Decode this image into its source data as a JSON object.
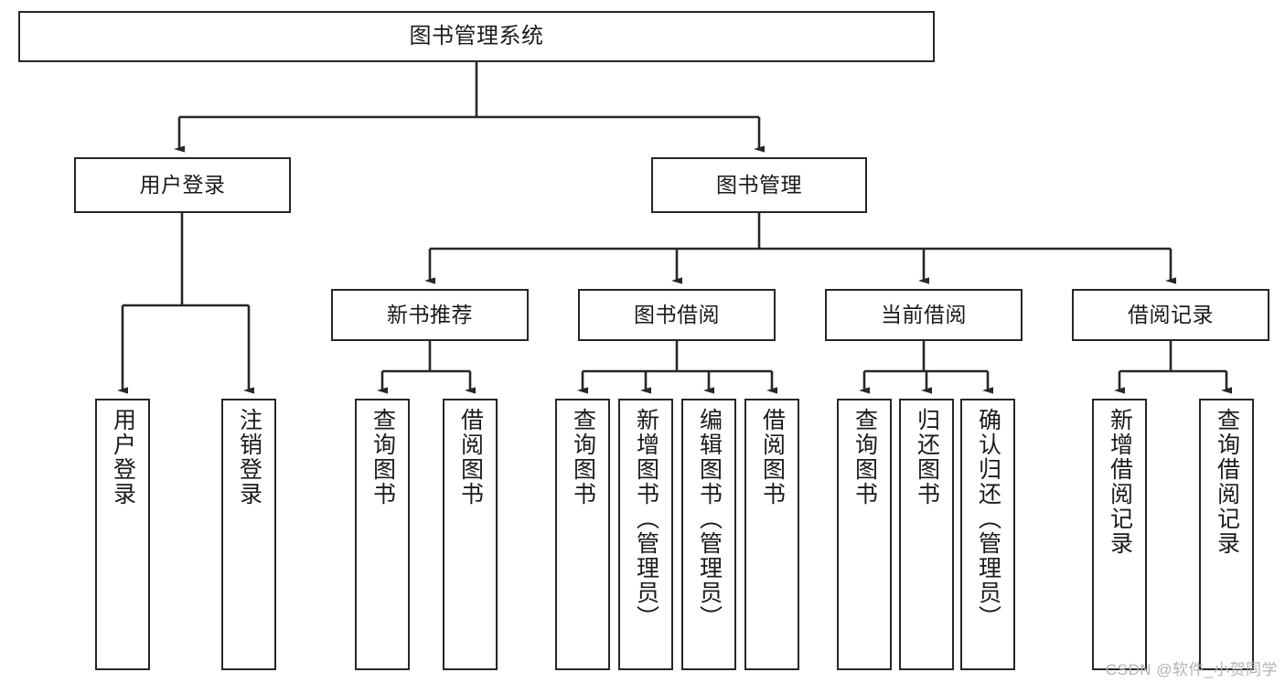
{
  "diagram": {
    "title": "图书管理系统",
    "watermark": "CSDN @软件_小贺同学",
    "stroke_color": "#272727",
    "fill_color": "#ffffff",
    "text_color": "#1a1a1a",
    "watermark_color": "#b3b3b3"
  },
  "nodes": {
    "root": {
      "label": "图书管理系统"
    },
    "level2": [
      {
        "id": "user-login",
        "label": "用户登录"
      },
      {
        "id": "book-management",
        "label": "图书管理"
      }
    ],
    "level3": [
      {
        "id": "new-book-recommend",
        "label": "新书推荐"
      },
      {
        "id": "book-borrow",
        "label": "图书借阅"
      },
      {
        "id": "current-borrow",
        "label": "当前借阅"
      },
      {
        "id": "borrow-record",
        "label": "借阅记录"
      }
    ],
    "leaves": {
      "user-login": [
        {
          "id": "user-login-action",
          "label": "用户登录"
        },
        {
          "id": "user-logout-action",
          "label": "注销登录"
        }
      ],
      "new-book-recommend": [
        {
          "id": "query-book-1",
          "label": "查询图书"
        },
        {
          "id": "borrow-book-1",
          "label": "借阅图书"
        }
      ],
      "book-borrow": [
        {
          "id": "query-book-2",
          "label": "查询图书"
        },
        {
          "id": "add-book-admin",
          "label": "新增图书（管理员）"
        },
        {
          "id": "edit-book-admin",
          "label": "编辑图书（管理员）"
        },
        {
          "id": "borrow-book-2",
          "label": "借阅图书"
        }
      ],
      "current-borrow": [
        {
          "id": "query-book-3",
          "label": "查询图书"
        },
        {
          "id": "return-book",
          "label": "归还图书"
        },
        {
          "id": "confirm-return-admin",
          "label": "确认归还（管理员）"
        }
      ],
      "borrow-record": [
        {
          "id": "add-borrow-record",
          "label": "新增借阅记录"
        },
        {
          "id": "query-borrow-record",
          "label": "查询借阅记录"
        }
      ]
    }
  },
  "chart_data": {
    "type": "diagram",
    "diagram_type": "tree",
    "orientation": "top-down",
    "title": "图书管理系统",
    "edge_style": "orthogonal-with-arrowheads",
    "tree": {
      "label": "图书管理系统",
      "children": [
        {
          "label": "用户登录",
          "children": [
            {
              "label": "用户登录",
              "children": []
            },
            {
              "label": "注销登录",
              "children": []
            }
          ]
        },
        {
          "label": "图书管理",
          "children": [
            {
              "label": "新书推荐",
              "children": [
                {
                  "label": "查询图书",
                  "children": []
                },
                {
                  "label": "借阅图书",
                  "children": []
                }
              ]
            },
            {
              "label": "图书借阅",
              "children": [
                {
                  "label": "查询图书",
                  "children": []
                },
                {
                  "label": "新增图书（管理员）",
                  "children": []
                },
                {
                  "label": "编辑图书（管理员）",
                  "children": []
                },
                {
                  "label": "借阅图书",
                  "children": []
                }
              ]
            },
            {
              "label": "当前借阅",
              "children": [
                {
                  "label": "查询图书",
                  "children": []
                },
                {
                  "label": "归还图书",
                  "children": []
                },
                {
                  "label": "确认归还（管理员）",
                  "children": []
                }
              ]
            },
            {
              "label": "借阅记录",
              "children": [
                {
                  "label": "新增借阅记录",
                  "children": []
                },
                {
                  "label": "查询借阅记录",
                  "children": []
                }
              ]
            }
          ]
        }
      ]
    },
    "node_count": 20,
    "depth": 4
  }
}
